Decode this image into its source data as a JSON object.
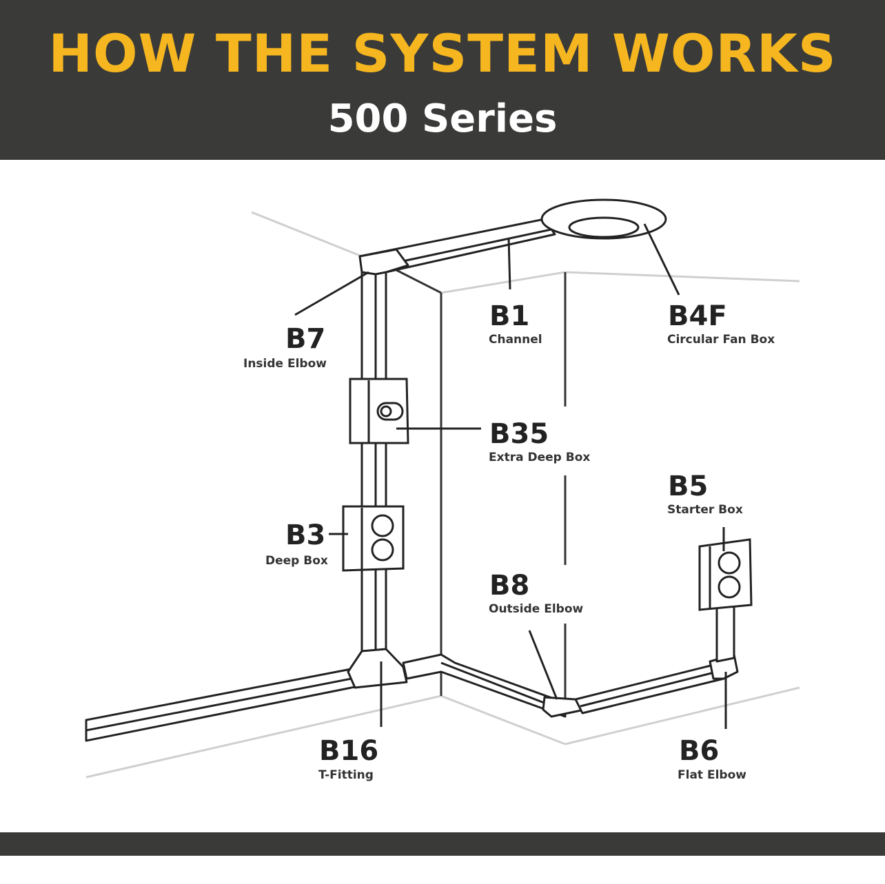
{
  "header": {
    "title": "HOW THE SYSTEM WORKS",
    "subtitle": "500 Series"
  },
  "colors": {
    "header_bg": "#3a3a39",
    "title": "#f5b620",
    "subtitle": "#ffffff"
  },
  "parts": {
    "b7": {
      "code": "B7",
      "name": "Inside Elbow"
    },
    "b1": {
      "code": "B1",
      "name": "Channel"
    },
    "b4f": {
      "code": "B4F",
      "name": "Circular Fan Box"
    },
    "b35": {
      "code": "B35",
      "name": "Extra Deep Box"
    },
    "b3": {
      "code": "B3",
      "name": "Deep Box"
    },
    "b5": {
      "code": "B5",
      "name": "Starter Box"
    },
    "b8": {
      "code": "B8",
      "name": "Outside Elbow"
    },
    "b16": {
      "code": "B16",
      "name": "T-Fitting"
    },
    "b6": {
      "code": "B6",
      "name": "Flat Elbow"
    }
  }
}
